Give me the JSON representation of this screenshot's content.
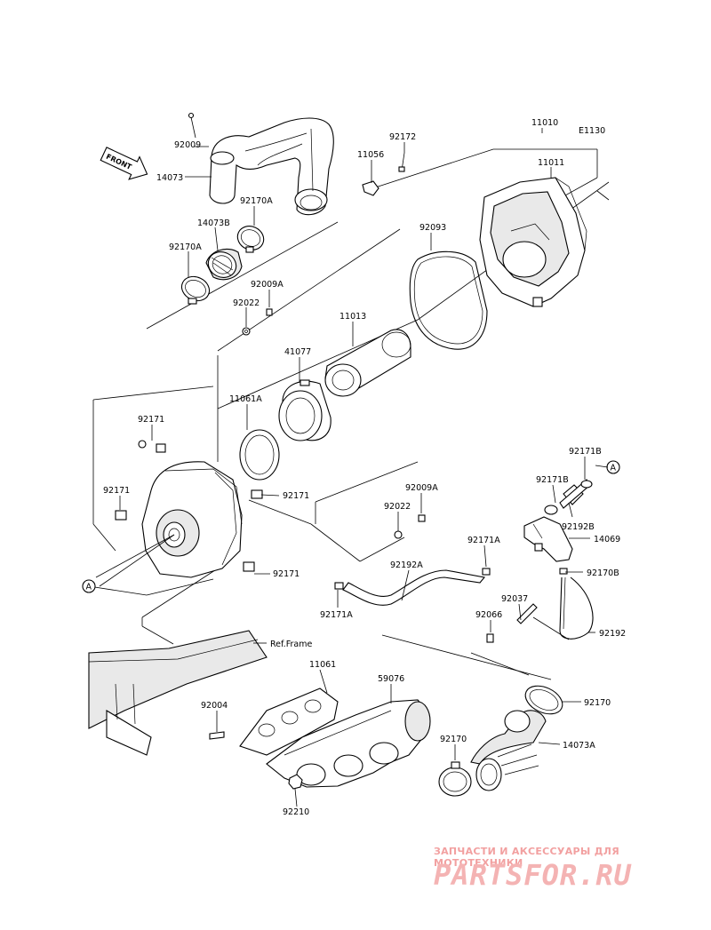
{
  "diagram_code": "E1130",
  "front_label": "FRONT",
  "ref_frame": "Ref.Frame",
  "callout_a": "A",
  "parts": {
    "p92009": "92009",
    "p14073": "14073",
    "p92170A_1": "92170A",
    "p14073B": "14073B",
    "p92170A_2": "92170A",
    "p92009A_1": "92009A",
    "p92022_1": "92022",
    "p11056": "11056",
    "p92172": "92172",
    "p11010": "11010",
    "p11011": "11011",
    "p92093": "92093",
    "p11013": "11013",
    "p41077": "41077",
    "p11061A": "11061A",
    "p92171_1": "92171",
    "p92171_2": "92171",
    "p92171_3": "92171",
    "p92171_4": "92171",
    "p92009A_2": "92009A",
    "p92022_2": "92022",
    "p92171B_1": "92171B",
    "p92171B_2": "92171B",
    "p92192B": "92192B",
    "p14069": "14069",
    "p92171A_1": "92171A",
    "p92192A": "92192A",
    "p92171A_2": "92171A",
    "p92170B": "92170B",
    "p92037": "92037",
    "p92066": "92066",
    "p92192": "92192",
    "p11061": "11061",
    "p59076": "59076",
    "p92004": "92004",
    "p92170_1": "92170",
    "p92170_2": "92170",
    "p14073A": "14073A",
    "p92210": "92210"
  },
  "watermark": {
    "tagline": "ЗАПЧАСТИ И АКСЕССУАРЫ ДЛЯ МОТОТЕХНИКИ",
    "logo": "PARTSFOR.RU",
    "color": "#f4b3b3"
  }
}
